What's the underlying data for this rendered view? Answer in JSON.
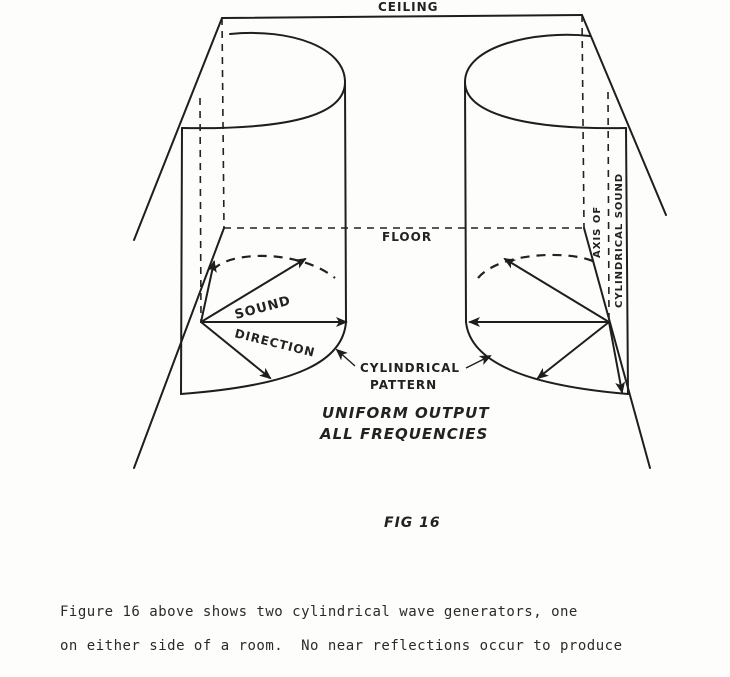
{
  "diagram": {
    "labels": {
      "ceiling": "CEILING",
      "floor": "FLOOR",
      "sound": "SOUND",
      "direction": "DIRECTION",
      "cylindrical_pattern_line1": "CYLINDRICAL",
      "cylindrical_pattern_line2": "PATTERN",
      "axis_line1": "AXIS OF",
      "axis_line2": "CYLINDRICAL SOUND",
      "uniform_line1": "UNIFORM OUTPUT",
      "uniform_line2": "ALL FREQUENCIES"
    },
    "figure_label": "FIG 16"
  },
  "caption": {
    "line1": "Figure 16 above shows two cylindrical wave generators, one",
    "line2": "on either side of a room.  No near reflections occur to produce"
  }
}
